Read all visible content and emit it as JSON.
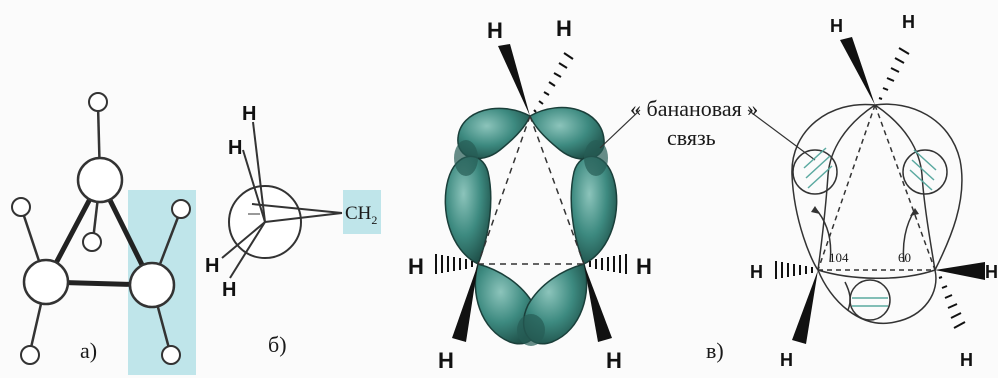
{
  "labels": {
    "part_a": "а)",
    "part_b": "б)",
    "part_v": "в)",
    "banana_line1": "« банановая »",
    "banana_line2": "связь",
    "angle_104": "104",
    "angle_60": "60",
    "ch2": "CH",
    "ch2_sub": "2",
    "H": "H"
  },
  "colors": {
    "highlight": "#bfe5ea",
    "orbital": "#3d8a80",
    "orbital_dark": "#21564f",
    "ink": "#222222"
  }
}
